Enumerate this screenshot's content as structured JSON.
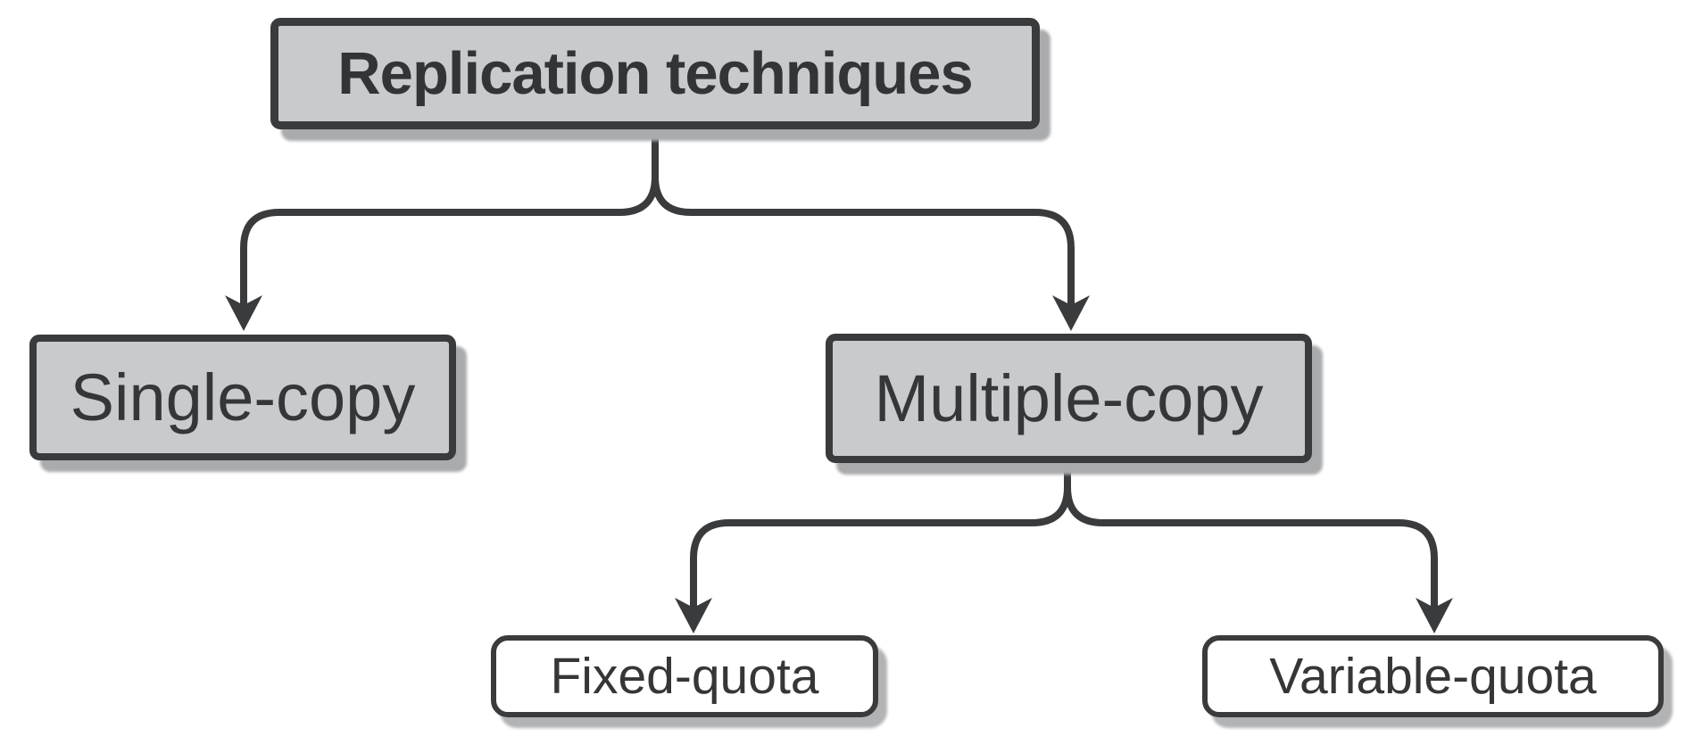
{
  "diagram": {
    "type": "tree-flowchart",
    "title": "Replication techniques",
    "nodes": {
      "root": {
        "label": "Replication techniques",
        "level": 0,
        "style": "gray-bold"
      },
      "single": {
        "label": "Single-copy",
        "level": 1,
        "style": "gray"
      },
      "multiple": {
        "label": "Multiple-copy",
        "level": 1,
        "style": "gray"
      },
      "fixed": {
        "label": "Fixed-quota",
        "level": 2,
        "style": "white"
      },
      "variable": {
        "label": "Variable-quota",
        "level": 2,
        "style": "white"
      }
    },
    "edges": [
      {
        "from": "root",
        "to": "single",
        "arrow": "true"
      },
      {
        "from": "root",
        "to": "multiple",
        "arrow": "true"
      },
      {
        "from": "multiple",
        "to": "fixed",
        "arrow": "true"
      },
      {
        "from": "multiple",
        "to": "variable",
        "arrow": "true"
      }
    ],
    "colors": {
      "background": "#ffffff",
      "gray_node_fill": "#c9cacc",
      "white_node_fill": "#ffffff",
      "border_and_line": "#3a3b3d",
      "text": "#353638",
      "drop_shadow": "#aaabad"
    }
  }
}
